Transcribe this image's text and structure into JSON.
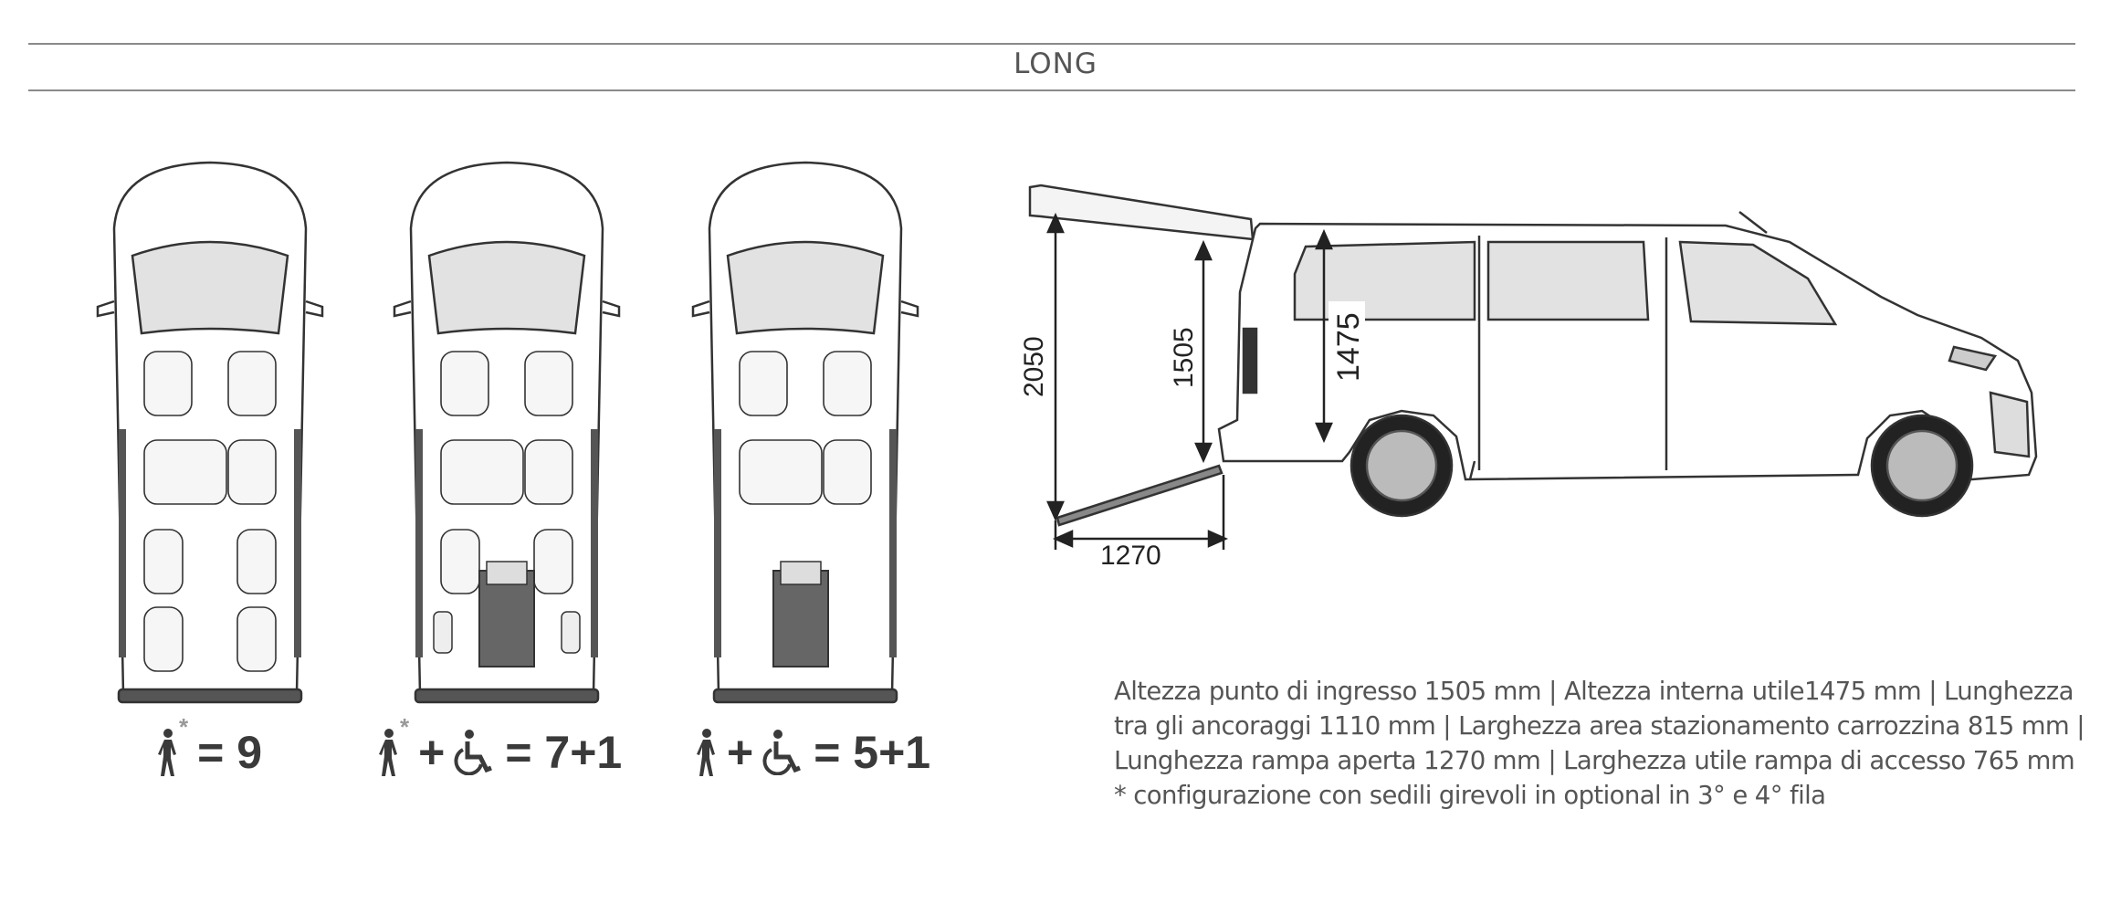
{
  "header": {
    "title": "LONG"
  },
  "configurations": [
    {
      "id": "9-seats",
      "result": "= 9",
      "asterisk": "*",
      "wheelchair": false,
      "plus": ""
    },
    {
      "id": "7+1",
      "result": "= 7+1",
      "asterisk": "*",
      "wheelchair": true,
      "plus": "+"
    },
    {
      "id": "5+1",
      "result": "= 5+1",
      "asterisk": "",
      "wheelchair": true,
      "plus": "+"
    }
  ],
  "dimensions": {
    "total_height": "2050",
    "entry_height": "1505",
    "internal_height": "1475",
    "ramp_length": "1270"
  },
  "specs": {
    "lines": [
      "Altezza punto di ingresso 1505 mm | Altezza interna utile1475 mm | Lunghezza",
      "tra gli ancoraggi 1110 mm | Larghezza area stazionamento carrozzina 815 mm |",
      "Lunghezza rampa aperta 1270 mm | Larghezza utile rampa di accesso 765 mm",
      "* configurazione con sedili girevoli in optional in 3° e 4° fila"
    ]
  },
  "colors": {
    "line": "#333333",
    "glass": "#e2e2e2",
    "icon": "#3a3a3a"
  }
}
